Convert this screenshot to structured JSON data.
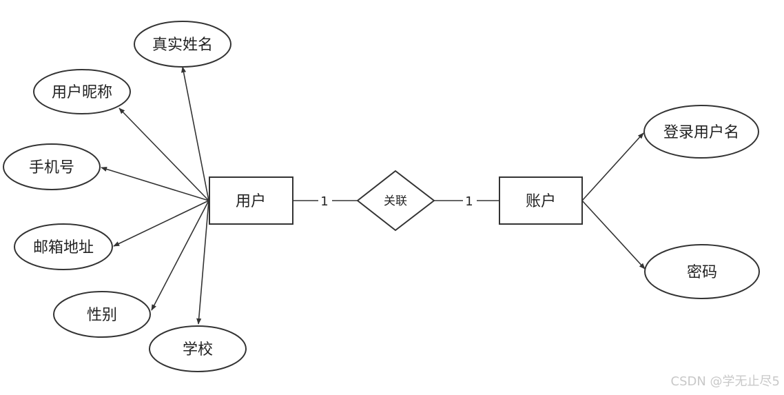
{
  "entities": {
    "user": "用户",
    "account": "账户"
  },
  "relationship": {
    "label": "关联",
    "card_left": "1",
    "card_right": "1"
  },
  "attributes": {
    "real_name": "真实姓名",
    "nickname": "用户昵称",
    "phone": "手机号",
    "email": "邮箱地址",
    "gender": "性别",
    "school": "学校",
    "login_name": "登录用户名",
    "password": "密码"
  },
  "watermark": "CSDN @学无止尽5"
}
